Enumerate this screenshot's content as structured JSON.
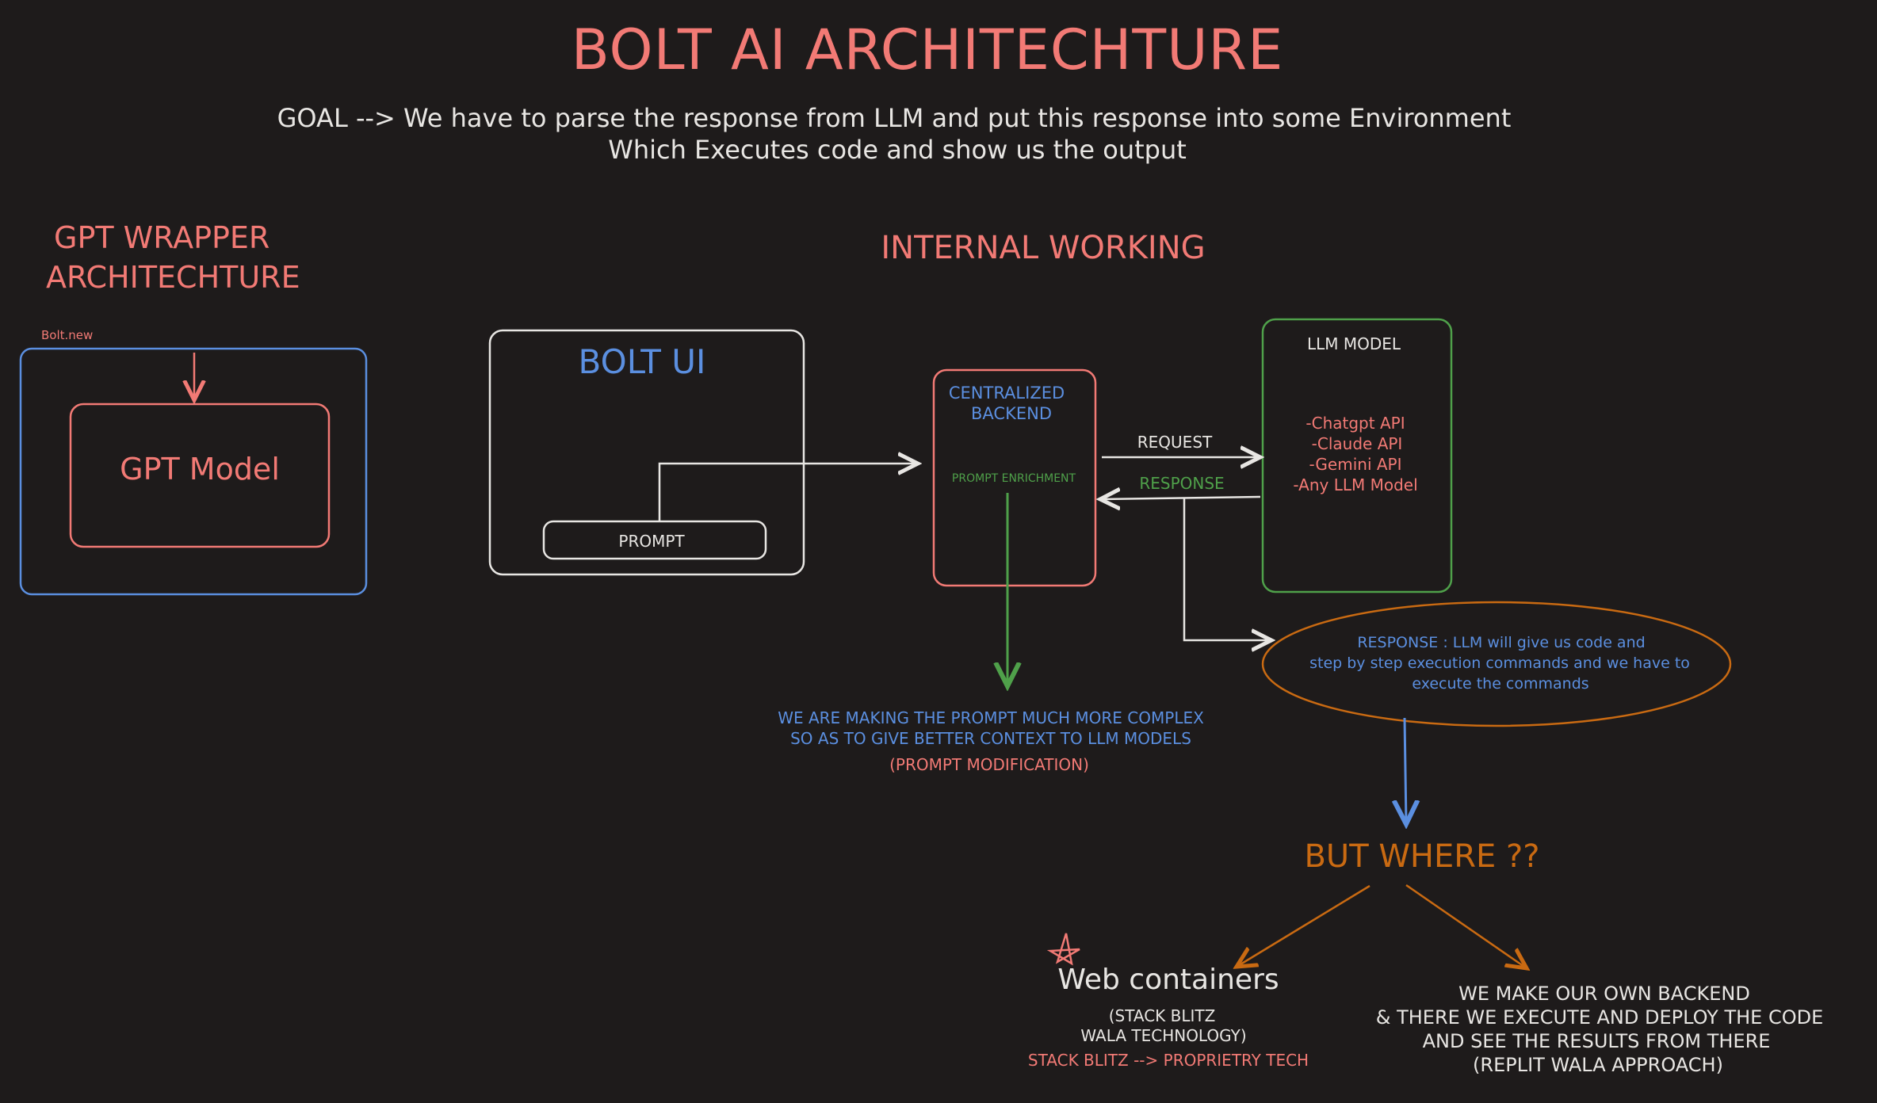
{
  "title": "BOLT AI ARCHITECHTURE",
  "goal": {
    "line1": "GOAL --> We have to parse the response from LLM and put this response into some Environment",
    "line2": "Which Executes code and show us the output"
  },
  "gpt_wrapper": {
    "heading_line1": "GPT WRAPPER",
    "heading_line2": "ARCHITECHTURE",
    "bolt_new_label": "Bolt.new",
    "model_label": "GPT Model"
  },
  "internal_working": {
    "heading": "INTERNAL WORKING",
    "bolt_ui_label": "BOLT UI",
    "prompt_label": "PROMPT",
    "backend_line1": "CENTRALIZED",
    "backend_line2": "BACKEND",
    "prompt_enrichment": "PROMPT ENRICHMENT",
    "request_label": "REQUEST",
    "response_label": "RESPONSE",
    "llm_title": "LLM MODEL",
    "llm_items": [
      "-Chatgpt API",
      "-Claude API",
      "-Gemini API",
      "-Any LLM Model"
    ],
    "enrichment_note_line1": "WE ARE MAKING THE PROMPT MUCH MORE COMPLEX",
    "enrichment_note_line2": "SO AS TO GIVE BETTER CONTEXT TO LLM MODELS",
    "enrichment_note_line3": "(PROMPT MODIFICATION)",
    "response_note_line1": "RESPONSE : LLM will give us code and",
    "response_note_line2": "step by step execution commands and we have to",
    "response_note_line3": "execute the commands"
  },
  "but_where": {
    "label": "BUT WHERE ??",
    "left_title": "Web containers",
    "left_sub1": "(STACK BLITZ",
    "left_sub2": "WALA TECHNOLOGY)",
    "left_sub3": "STACK BLITZ --> PROPRIETRY TECH",
    "right_line1": "WE MAKE OUR OWN BACKEND",
    "right_line2": "& THERE WE EXECUTE AND DEPLOY THE CODE",
    "right_line3": "AND SEE THE RESULTS FROM THERE",
    "right_line4": "(REPLIT WALA APPROACH)"
  },
  "colors": {
    "background": "#1e1b1b",
    "red": "#f27a75",
    "blue": "#5b8fe0",
    "white": "#e8e6e3",
    "green": "#4fa04a",
    "orange": "#c96a12"
  }
}
